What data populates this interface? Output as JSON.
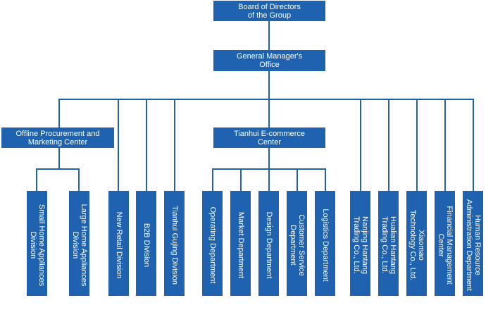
{
  "org_chart": {
    "top": {
      "board": "Board of Directors\nof the Group",
      "gm_office": "General Manager's\nOffice"
    },
    "centers": {
      "offline": "Offline Procurement and\nMarketing Center",
      "ecommerce": "Tianhui E-commerce\nCenter"
    },
    "units": {
      "small_home": "Small Home Appliances\nDivision",
      "large_home": "Large Home Appliances\nDivision",
      "new_retail": "New Retail Division",
      "b2b": "B2B  Division",
      "guijing": "Tianhui Gujing Division",
      "operating": "Operating Department",
      "market": "Market Department",
      "design": "Design Department",
      "customer_service": "Customer Service\nDepartment",
      "logistics": "Logistics Department",
      "nanjing": "Nanjing Hantang\nTrading Co., Ltd.",
      "hualian": "Hualian Hantang\nTrading Co., Ltd.",
      "xiaomao": "Xiaomao\nTechnology Co.,  Ltd.",
      "financial": "Financial Management\nCenter",
      "hr": "Human Resource\nAdministration Department"
    }
  }
}
